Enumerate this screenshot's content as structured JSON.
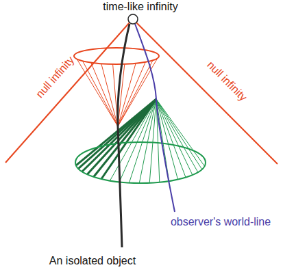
{
  "diagram": {
    "labels": [
      "time-like infinity",
      "null infinity",
      "null infinity",
      "observer's world-line",
      "An isolated object"
    ]
  }
}
